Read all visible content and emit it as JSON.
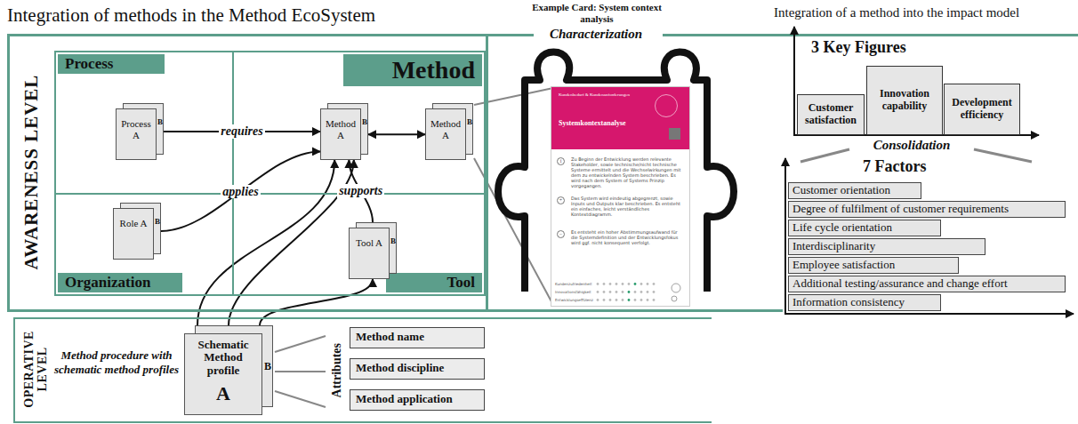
{
  "diagram": {
    "title": "Integration of methods in the Method EcoSystem",
    "nodes": [
      {
        "text": [
          "AWARENESS LEVEL"
        ]
      },
      {
        "text": [
          "Process"
        ],
        "in": 0
      },
      {
        "text": [
          "Process A",
          "B"
        ],
        "in": 1
      },
      {
        "text": [
          "Method"
        ],
        "in": 0
      },
      {
        "text": [
          "Method A",
          "B"
        ],
        "in": 3
      },
      {
        "text": [
          "Method A",
          "B"
        ],
        "in": 3
      },
      {
        "text": [
          "Organization"
        ],
        "in": 0
      },
      {
        "text": [
          "Role A",
          "B"
        ],
        "in": 6
      },
      {
        "text": [
          "Tool"
        ],
        "in": 0
      },
      {
        "text": [
          "Tool A",
          "B"
        ],
        "in": 8
      },
      {
        "text": [
          "Characterization"
        ]
      },
      {
        "text": [
          "Kundenbedarf & Kundenanforderungen",
          "Systemkontextanalyse",
          "i",
          "Zu Beginn der Entwicklung werden relevante Stakeholder, sowie technische/nicht technische Systeme ermittelt und die Wechselwirkungen mit dem zu entwickelnden System beschrieben. Es wird nach dem System of Systems Prinzip vorgegangen.",
          "+",
          "Das System wird eindeutig abgegrenzt, sowie Inputs und Outputs klar beschrieben. Es entsteht ein einfaches, leicht verständliches Kontextdiagramm.",
          "−",
          "Es entsteht ein hoher Abstimmungsaufwand für die Systemdefinition und der Entwicklungsfokus wird ggf. nicht konsequent verfolgt.",
          "Kundenzufriedenheit",
          "Innovationsfähigkeit",
          "Entwicklungseffizienz"
        ],
        "in": 10
      },
      {
        "text": [
          "Customer satisfaction"
        ]
      },
      {
        "text": [
          "Innovation capability"
        ]
      },
      {
        "text": [
          "Development efficiency"
        ]
      },
      {
        "text": [
          "Customer orientation"
        ]
      },
      {
        "text": [
          "Degree of fulfilment of customer requirements"
        ]
      },
      {
        "text": [
          "Life cycle orientation"
        ]
      },
      {
        "text": [
          "Interdisciplinarity"
        ]
      },
      {
        "text": [
          "Employee satisfaction"
        ]
      },
      {
        "text": [
          "Additional testing/assurance and change effort"
        ]
      },
      {
        "text": [
          "Information consistency"
        ]
      },
      {
        "text": [
          "OPERATIVE LEVEL"
        ]
      },
      {
        "text": [
          "Schematic Method profile",
          "A",
          "B"
        ],
        "in": 22
      },
      {
        "text": [
          "Method name"
        ],
        "in": 22
      },
      {
        "text": [
          "Method discipline"
        ],
        "in": 22
      },
      {
        "text": [
          "Method application"
        ],
        "in": 22
      }
    ],
    "edges": [
      {
        "from": 2,
        "to": 4,
        "arrow": "to",
        "label": "requires"
      },
      {
        "from": 7,
        "to": 4,
        "arrow": "to",
        "label": "applies"
      },
      {
        "from": 9,
        "to": 4,
        "arrow": "to",
        "label": "supports"
      },
      {
        "from": 4,
        "to": 5,
        "arrow": "both"
      },
      {
        "from": 23,
        "to": 4,
        "arrow": "to"
      },
      {
        "from": 23,
        "to": 4,
        "arrow": "to"
      },
      {
        "from": 23,
        "to": 9,
        "arrow": "to"
      }
    ],
    "labels": [
      "Integration of a method into the impact model",
      "Example Card: System context analysis",
      "3 Key Figures",
      "Consolidation",
      "7 Factors",
      "Method procedure with schematic method profiles",
      "Attributes"
    ]
  }
}
